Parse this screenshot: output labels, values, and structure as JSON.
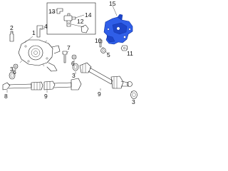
{
  "callouts": {
    "c1": "1",
    "c2": "2",
    "c3": "3",
    "c4": "4",
    "c5": "5",
    "c6": "6",
    "c7": "7",
    "c8": "8",
    "c9": "9",
    "c10": "10",
    "c11": "11",
    "c12": "12",
    "c13": "13",
    "c14": "14",
    "c15": "15"
  },
  "colors": {
    "highlight_fill": "#2f5ee8",
    "highlight_stroke": "#0b2f9e",
    "line": "#1a1a1a",
    "background": "#ffffff"
  }
}
